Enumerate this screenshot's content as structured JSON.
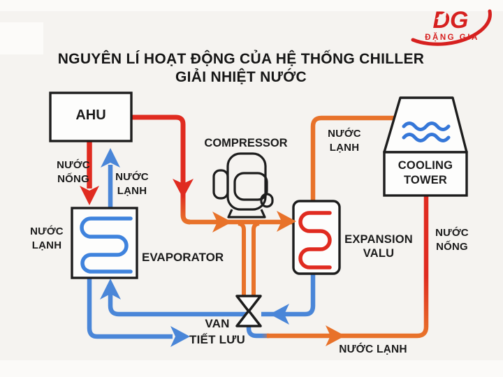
{
  "title": {
    "line1": "NGUYÊN LÍ HOẠT ĐỘNG CỦA HỆ THỐNG CHILLER",
    "line2": "GIẢI NHIỆT NƯỚC"
  },
  "logo": {
    "monogram": "DG",
    "company": "ĐẶNG GIA"
  },
  "components": {
    "ahu": {
      "label": "AHU"
    },
    "compressor": {
      "label": "COMPRESSOR"
    },
    "evaporator": {
      "label": "EVAPORATOR"
    },
    "expansion_valve": {
      "line1": "EXPANSION",
      "line2": "VALU"
    },
    "cooling_tower": {
      "line1": "COOLING",
      "line2": "TOWER"
    },
    "throttle_valve": {
      "line1": "VAN",
      "line2": "TIẾT LƯU"
    }
  },
  "water_labels": {
    "ahu_outlet_hot": {
      "line1": "NƯỚC",
      "line2": "NỐNG"
    },
    "ahu_inlet_cold": {
      "line1": "NƯỚC",
      "line2": "LẠNH"
    },
    "evaporator_side_cold": {
      "line1": "NƯỚC",
      "line2": "LẠNH"
    },
    "tower_inlet_cold": {
      "line1": "NƯỚC",
      "line2": "LẠNH"
    },
    "tower_outlet_hot": {
      "line1": "NƯỚC",
      "line2": "NỐNG"
    },
    "bottom_cold": {
      "text": "NƯỚC LẠNH"
    }
  },
  "colors": {
    "hot_water": "#e02b20",
    "refrigerant_orange": "#e8722a",
    "cold_water": "#4a86d8",
    "coil_blue": "#3f83dd",
    "outline_black": "#1d1d1d",
    "brand_red": "#d6201f",
    "background": "#f5f3f0"
  }
}
